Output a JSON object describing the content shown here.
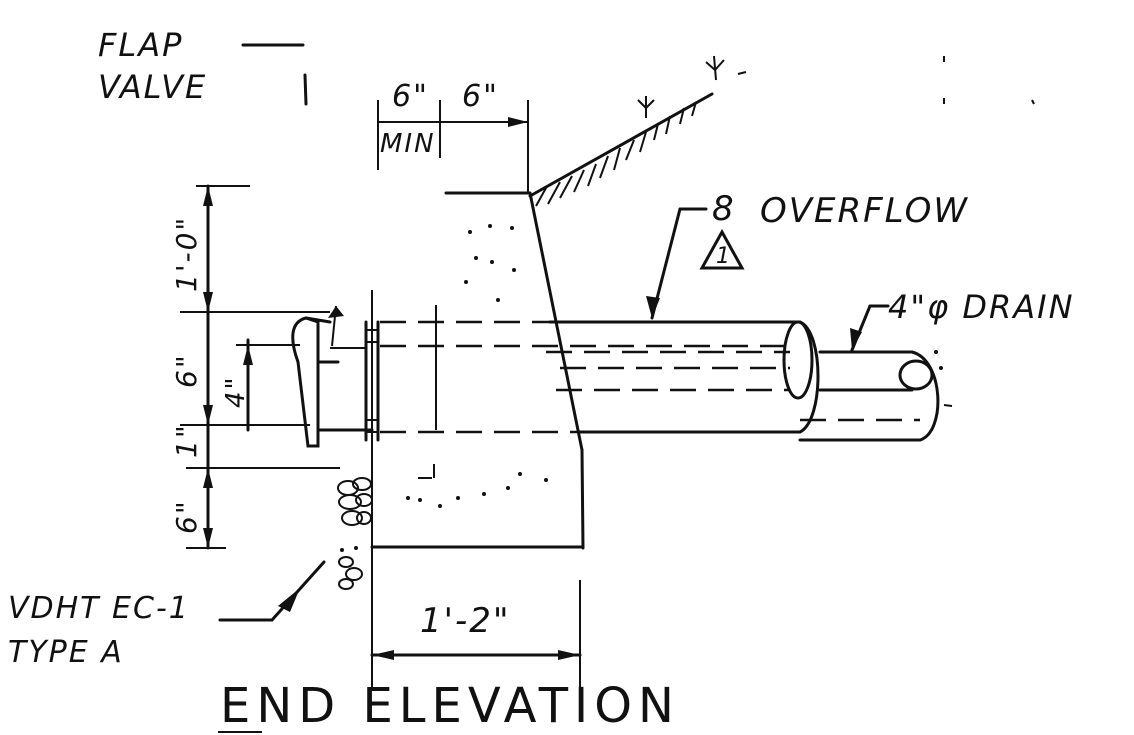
{
  "labels": {
    "flap_valve_line1": "FLAP",
    "flap_valve_line2": "VALVE",
    "dim_top_min_value": "6\"",
    "dim_top_min_note": "MIN",
    "dim_top_second": "6\"",
    "overflow_number": "8",
    "overflow_text": "OVERFLOW",
    "revision_marker": "1",
    "drain_label": "4\"φ DRAIN",
    "dim_vertical_1": "1'-0\"",
    "dim_vertical_2": "6\"",
    "dim_vertical_3": "1\"",
    "dim_vertical_4": "6\"",
    "dim_inner_vertical": "4\"",
    "dim_width_bottom": "1'-2\"",
    "riprap_line1": "VDHT EC-1",
    "riprap_line2": "TYPE A",
    "drawing_title": "END ELEVATION"
  }
}
